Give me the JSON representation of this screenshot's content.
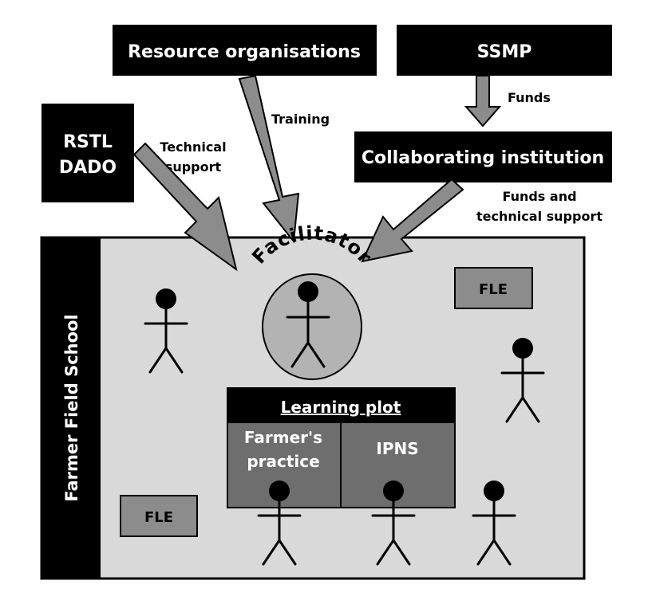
{
  "boxes": {
    "resource": "Resource organisations",
    "ssmp": "SSMP",
    "rstl_line1": "RSTL",
    "rstl_line2": "DADO",
    "collab": "Collaborating institution"
  },
  "labels": {
    "training": "Training",
    "funds": "Funds",
    "tech_line1": "Technical",
    "tech_line2": "support",
    "funds_tech_line1": "Funds and",
    "funds_tech_line2": "technical support"
  },
  "school": {
    "side_label": "Farmer Field School",
    "facilitator": "Facilitator",
    "fle_top": "FLE",
    "fle_bottom": "FLE"
  },
  "plot": {
    "title": "Learning plot",
    "left_line1": "Farmer's",
    "left_line2": "practice",
    "right": "IPNS"
  }
}
